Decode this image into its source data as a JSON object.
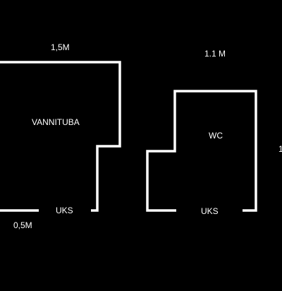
{
  "colors": {
    "background": "#000000",
    "lines": "#ffffff"
  },
  "rooms": {
    "bathroom": {
      "name": "VANNITUBA",
      "width_label": "1,5M",
      "door_label": "UKS",
      "door_width_label": "0,5M"
    },
    "toilet": {
      "name": "WC",
      "width_label": "1.1 M",
      "door_label": "UKS",
      "side_label_partial": "1"
    }
  }
}
